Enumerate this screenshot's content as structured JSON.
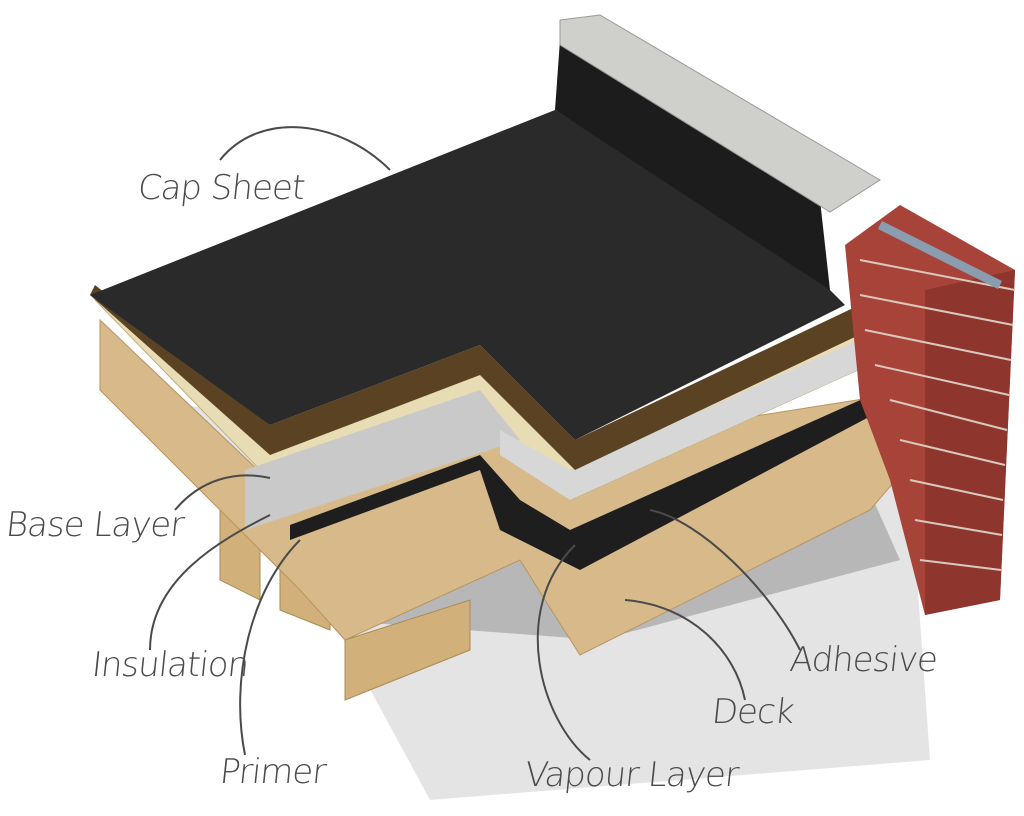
{
  "labels": {
    "cap_sheet": "Cap Sheet",
    "base_layer": "Base Layer",
    "insulation": "Insulation",
    "primer": "Primer",
    "vapour_layer": "Vapour Layer",
    "deck": "Deck",
    "adhesive": "Adhesive"
  },
  "colors": {
    "cap_sheet": "#2a2a2a",
    "base_layer": "#5a4222",
    "insulation": "#e8dcb4",
    "insulation_facing": "#c9c9c9",
    "deck": "#d8b98a",
    "brick": "#a8433a",
    "coping": "#cfd0cc",
    "annotation": "#4a4a4a"
  }
}
